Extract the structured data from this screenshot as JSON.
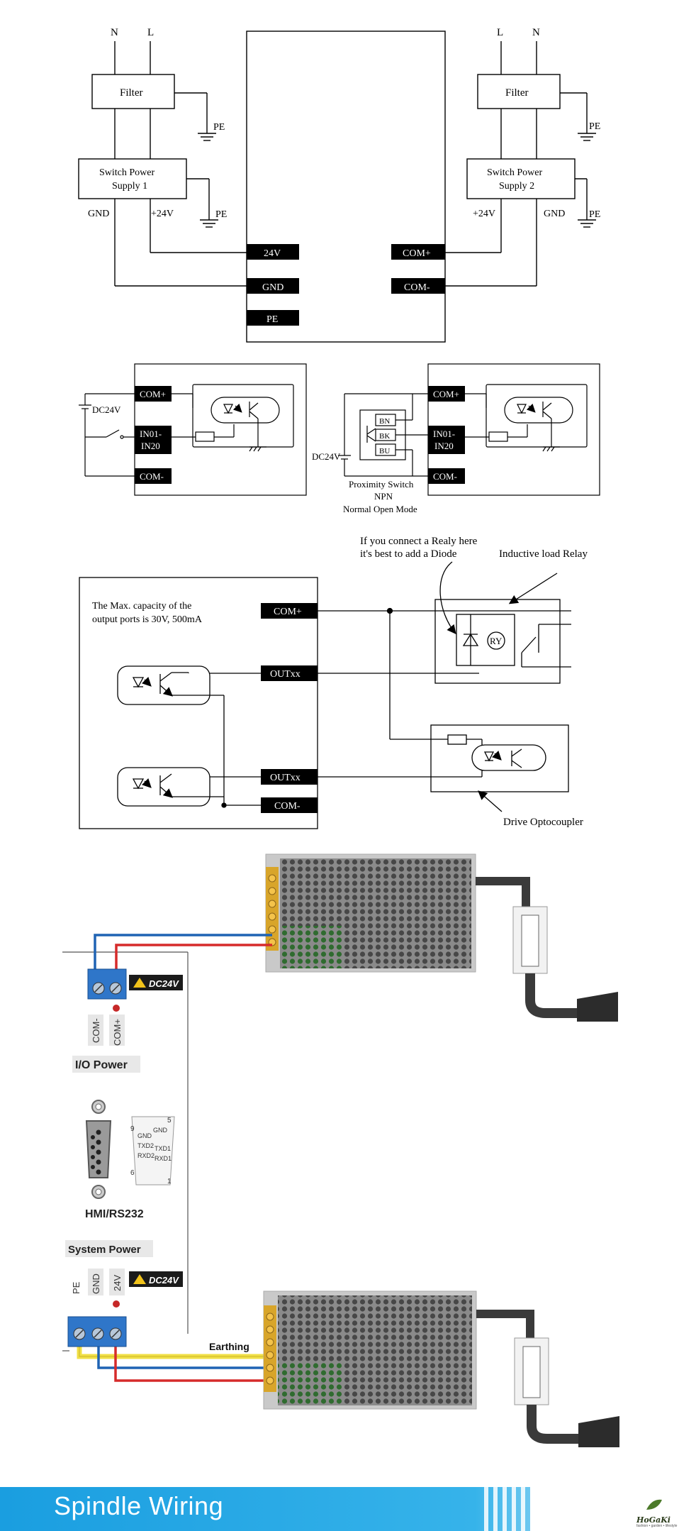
{
  "top_diagram": {
    "left": {
      "n": "N",
      "l": "L",
      "filter": "Filter",
      "pe1": "PE",
      "psu_line1": "Switch Power",
      "psu_line2": "Supply 1",
      "gnd": "GND",
      "v24": "+24V",
      "pe2": "PE"
    },
    "right": {
      "l": "L",
      "n": "N",
      "filter": "Filter",
      "pe1": "PE",
      "psu_line1": "Switch Power",
      "psu_line2": "Supply 2",
      "v24": "+24V",
      "gnd": "GND",
      "pe2": "PE"
    },
    "terminals": {
      "t24v": "24V",
      "gnd": "GND",
      "pe": "PE",
      "com_plus": "COM+",
      "com_minus": "COM-"
    }
  },
  "input_diagram": {
    "left": {
      "dc24v": "DC24V",
      "com_plus": "COM+",
      "in_line1": "IN01-",
      "in_line2": "IN20",
      "com_minus": "COM-"
    },
    "right": {
      "bn": "BN",
      "bk": "BK",
      "bu": "BU",
      "dc24v": "DC24V",
      "com_plus": "COM+",
      "in_line1": "IN01-",
      "in_line2": "IN20",
      "com_minus": "COM-",
      "caption1": "Proximity Switch",
      "caption2": "NPN",
      "caption3": "Normal Open Mode"
    }
  },
  "output_diagram": {
    "note1": "If you connect a Realy here",
    "note2": "it's best to add a Diode",
    "relay_label": "Inductive load Relay",
    "cap_line1": "The Max. capacity of the",
    "cap_line2": "output ports is 30V, 500mA",
    "com_plus": "COM+",
    "outxx1": "OUTxx",
    "outxx2": "OUTxx",
    "com_minus": "COM-",
    "ry": "RY",
    "opto_label": "Drive Optocoupler"
  },
  "wiring": {
    "dc24v_1": "DC24V",
    "com_minus": "COM-",
    "com_plus": "COM+",
    "io_power": "I/O Power",
    "db9": {
      "pin5": "5",
      "pin9": "9",
      "pin6": "6",
      "pin1": "1",
      "gnd_l": "GND",
      "gnd_r": "GND",
      "txd2": "TXD2",
      "rxd2": "RXD2",
      "txd1": "TXD1",
      "rxd1": "RXD1"
    },
    "hmi": "HMI/RS232",
    "system_power": "System Power",
    "pe": "PE",
    "gnd": "GND",
    "v24": "24V",
    "dc24v_2": "DC24V",
    "earthing": "Earthing"
  },
  "footer": {
    "title": "Spindle Wiring",
    "logo": "HoGaKi",
    "logo_sub": "fashion • garden • lifestyle"
  },
  "colors": {
    "blue": "#1f63b4",
    "red": "#d62b2b",
    "yellow": "#f1e046",
    "banner": "#1aa3e0",
    "terminal_blue": "#2f76c9"
  }
}
